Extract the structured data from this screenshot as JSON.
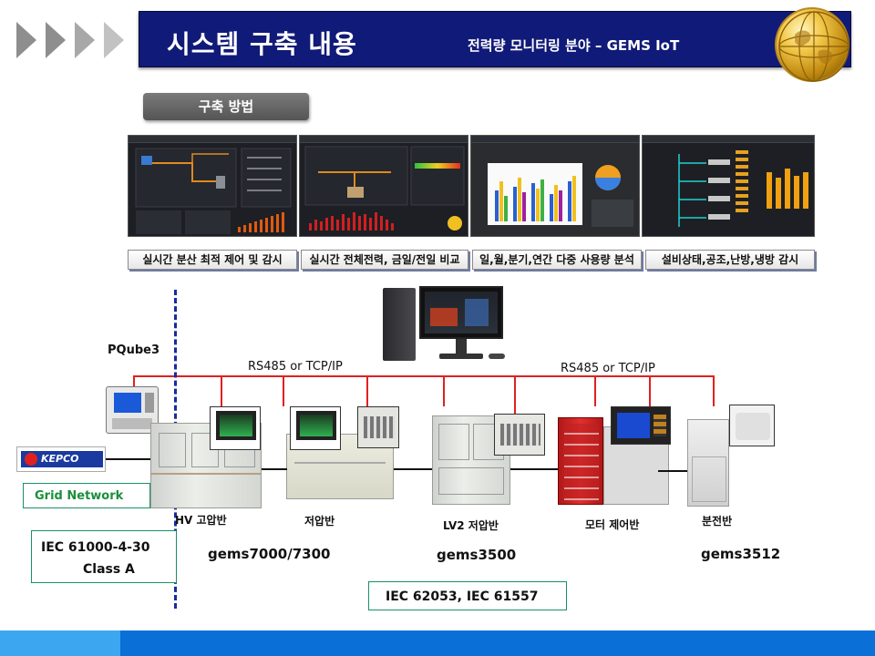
{
  "header": {
    "title": "시스템 구축 내용",
    "subtitle": "전력량 모니터링 분야 – GEMS IoT"
  },
  "method_label": "구축 방법",
  "screens": [
    {
      "caption": "실시간 분산 최적 제어 및 감시"
    },
    {
      "caption": "실시간 전체전력, 금일/전일 비교"
    },
    {
      "caption": "일,월,분기,연간 다중 사용량 분석"
    },
    {
      "caption": "설비상태,공조,난방,냉방 감시"
    }
  ],
  "network": {
    "pqube_label": "PQube3",
    "rs485_left": "RS485 or TCP/IP",
    "rs485_right": "RS485 or TCP/IP"
  },
  "left_panel": {
    "kepco_logo": "KEPCO",
    "grid_network": "Grid Network",
    "iec_line1": "IEC 61000-4-30",
    "iec_line2": "Class A"
  },
  "panels": {
    "hv": "HV 고압반",
    "low": "저압반",
    "lv2": "LV2 저압반",
    "motor": "모터 제어반",
    "dist": "분전반"
  },
  "models": {
    "m1": "gems7000/7300",
    "m2": "gems3500",
    "m3": "gems3512"
  },
  "standard_box": "IEC 62053, IEC 61557",
  "colors": {
    "header_bg": "#101a78",
    "accent_red": "#e02020",
    "dashed_line": "#1a2a9a",
    "box_border": "#1a8f6a",
    "footer_blue": "#0a70d8"
  }
}
